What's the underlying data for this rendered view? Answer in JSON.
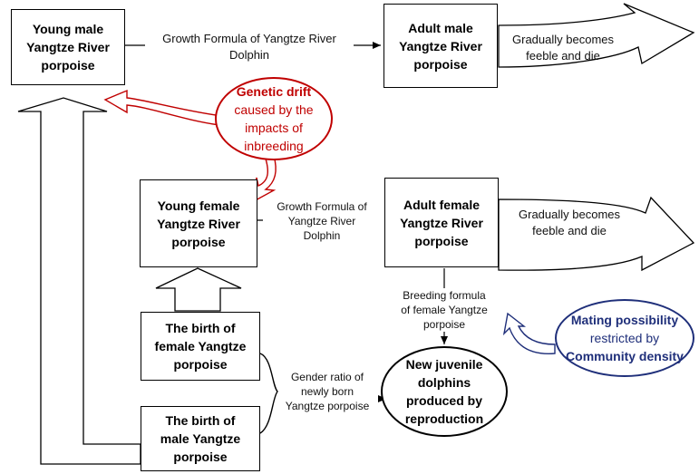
{
  "nodes": {
    "young_male": "Young male\nYangtze River\nporpoise",
    "adult_male": "Adult male\nYangtze River\nporpoise",
    "young_female": "Young female\nYangtze River\nporpoise",
    "adult_female": "Adult female\nYangtze River\nporpoise",
    "birth_female": "The birth of\nfemale Yangtze\nporpoise",
    "birth_male": "The birth of\nmale Yangtze\nporpoise",
    "new_juvenile": "New juvenile\ndolphins\nproduced by\nreproduction"
  },
  "labels": {
    "growth_male": "Growth Formula of Yangtze River\nDolphin",
    "growth_female": "Growth Formula of\nYangtze River\nDolphin",
    "feeble_male": "Gradually becomes\nfeeble and die",
    "feeble_female": "Gradually becomes\nfeeble and die",
    "breeding": "Breeding formula\nof female Yangtze\nporpoise",
    "gender_ratio": "Gender ratio of\nnewly born\nYangtze porpoise"
  },
  "genetic_drift": {
    "title": "Genetic drift",
    "body": "caused by the\nimpacts of\ninbreeding"
  },
  "mating": {
    "title": "Mating possibility",
    "middle": "restricted by",
    "bottom": "Community density"
  },
  "colors": {
    "red": "#c00000",
    "blue": "#1f2f7a",
    "black": "#000000"
  }
}
